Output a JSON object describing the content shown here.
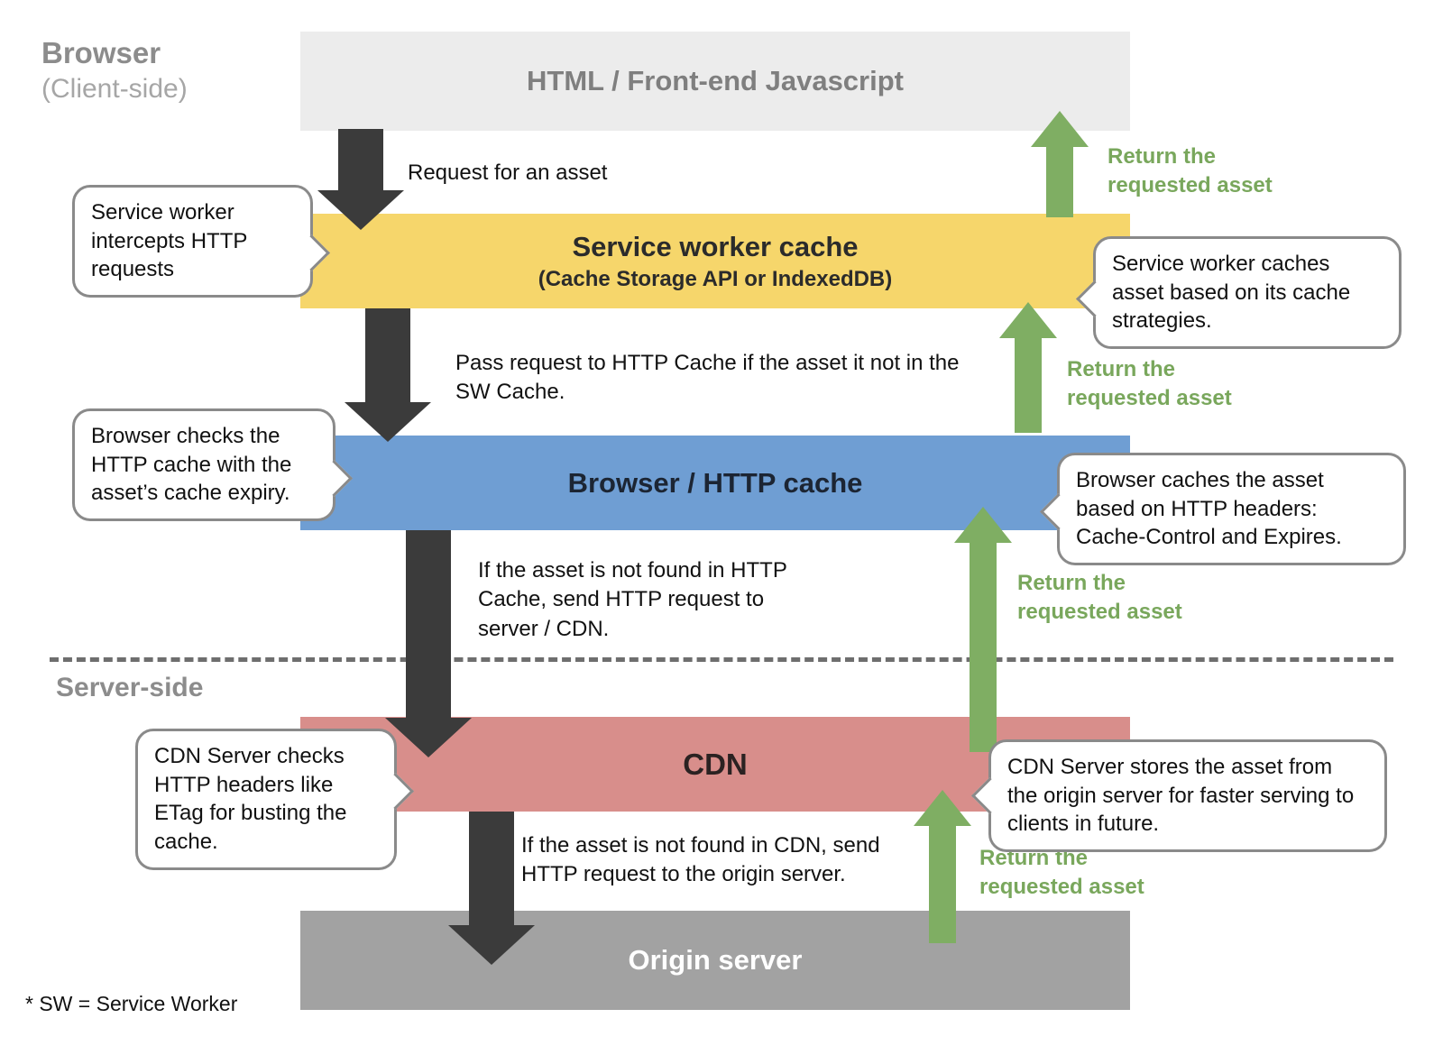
{
  "headers": {
    "browser": "Browser",
    "client_side": "(Client-side)",
    "server_side": "Server-side",
    "footnote": "* SW = Service Worker"
  },
  "layers": {
    "html": {
      "title": "HTML / Front-end Javascript"
    },
    "service_worker": {
      "title": "Service worker cache",
      "subtitle": "(Cache Storage API or IndexedDB)"
    },
    "http_cache": {
      "title": "Browser / HTTP cache"
    },
    "cdn": {
      "title": "CDN"
    },
    "origin": {
      "title": "Origin server"
    }
  },
  "flow_down": {
    "request_asset": "Request for an asset",
    "pass_to_http": "Pass request to HTTP Cache if the asset it not in the SW Cache.",
    "to_server_cdn": "If the asset is not found in HTTP Cache, send HTTP request to server / CDN.",
    "to_origin": "If the asset is not found in CDN, send HTTP request to the origin server."
  },
  "flow_up": {
    "return_asset": "Return the requested asset"
  },
  "callouts": {
    "sw_intercepts": "Service worker intercepts HTTP requests",
    "browser_checks": "Browser checks the HTTP cache with the asset’s cache expiry.",
    "cdn_checks": "CDN Server checks HTTP headers like ETag for busting the cache.",
    "sw_caches": "Service worker caches asset based on its cache strategies.",
    "browser_caches": "Browser caches the asset based on HTTP headers: Cache-Control and Expires.",
    "cdn_stores": "CDN Server stores the asset from the origin server for faster serving to clients in future."
  },
  "colors": {
    "html_bar": "#ececec",
    "service_worker_bar": "#f6d66b",
    "http_cache_bar": "#6f9ed3",
    "cdn_bar": "#d88e8b",
    "origin_bar": "#a2a2a2",
    "down_arrow": "#3b3b3b",
    "up_arrow": "#7fae63",
    "green_text": "#79a75c"
  }
}
